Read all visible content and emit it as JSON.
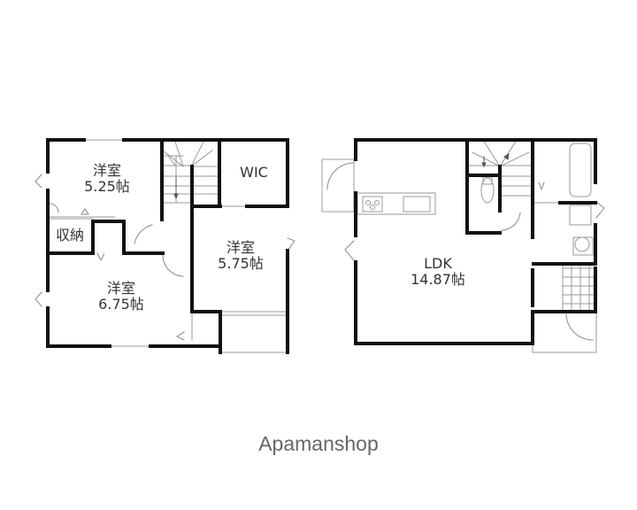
{
  "floor_plans": [
    {
      "name": "upper-floor",
      "rooms": [
        {
          "id": "western-room-1",
          "type": "洋室",
          "size": "5.25帖"
        },
        {
          "id": "storage",
          "type": "収納"
        },
        {
          "id": "wic",
          "type": "WIC"
        },
        {
          "id": "western-room-2",
          "type": "洋室",
          "size": "5.75帖"
        },
        {
          "id": "western-room-3",
          "type": "洋室",
          "size": "6.75帖"
        }
      ]
    },
    {
      "name": "ground-floor",
      "rooms": [
        {
          "id": "ldk",
          "type": "LDK",
          "size": "14.87帖"
        }
      ]
    }
  ],
  "brand": {
    "logo_text": "Apamanshop"
  },
  "colors": {
    "wall": "#111111",
    "thin_line": "#999999",
    "text": "#333333",
    "logo": "#666666"
  }
}
